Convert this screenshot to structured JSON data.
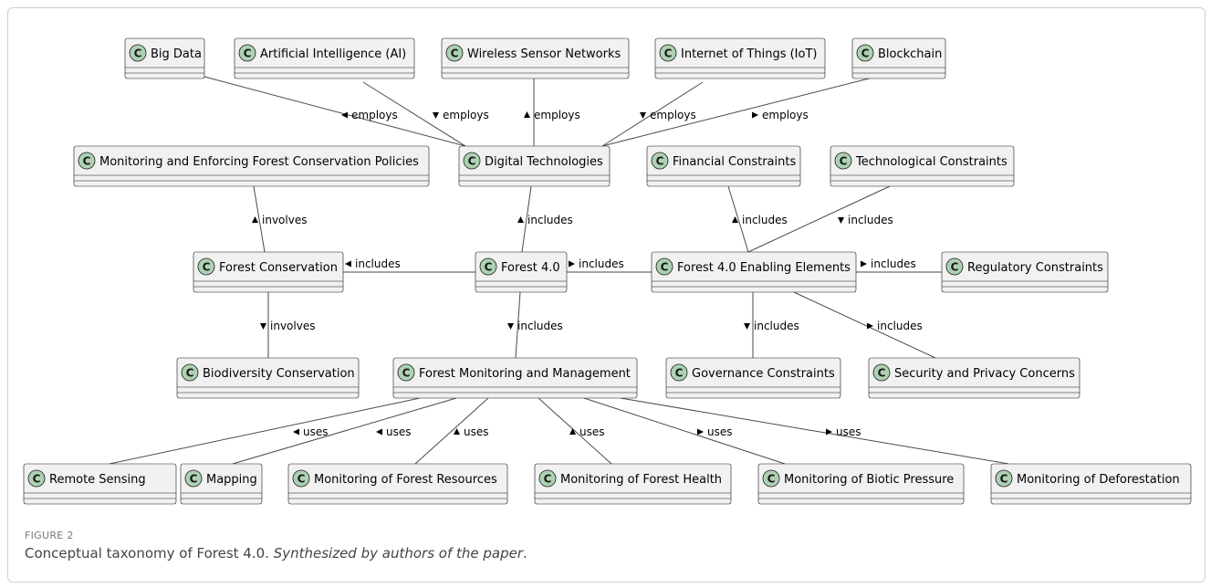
{
  "figure": {
    "label": "FIGURE 2",
    "caption": "Conceptual taxonomy of Forest 4.0. ",
    "caption_credit": "Synthesized by authors of the paper",
    "caption_end": "."
  },
  "badge_letter": "C",
  "nodes": [
    {
      "id": "big-data",
      "name": "Big Data"
    },
    {
      "id": "ai",
      "name": "Artificial Intelligence (AI)"
    },
    {
      "id": "wsn",
      "name": "Wireless Sensor Networks"
    },
    {
      "id": "iot",
      "name": "Internet of Things (IoT)"
    },
    {
      "id": "blockchain",
      "name": "Blockchain"
    },
    {
      "id": "policies",
      "name": "Monitoring and Enforcing Forest Conservation Policies"
    },
    {
      "id": "digital",
      "name": "Digital Technologies"
    },
    {
      "id": "financial",
      "name": "Financial Constraints"
    },
    {
      "id": "technological",
      "name": "Technological Constraints"
    },
    {
      "id": "conservation",
      "name": "Forest Conservation"
    },
    {
      "id": "forest40",
      "name": "Forest 4.0"
    },
    {
      "id": "enabling",
      "name": "Forest 4.0 Enabling Elements"
    },
    {
      "id": "regulatory",
      "name": "Regulatory Constraints"
    },
    {
      "id": "biodiversity",
      "name": "Biodiversity Conservation"
    },
    {
      "id": "monitoring-mgmt",
      "name": "Forest Monitoring and Management"
    },
    {
      "id": "governance",
      "name": "Governance Constraints"
    },
    {
      "id": "security",
      "name": "Security and Privacy Concerns"
    },
    {
      "id": "remote",
      "name": "Remote Sensing"
    },
    {
      "id": "mapping",
      "name": "Mapping"
    },
    {
      "id": "resources",
      "name": "Monitoring of Forest Resources"
    },
    {
      "id": "health",
      "name": "Monitoring of Forest Health"
    },
    {
      "id": "biotic",
      "name": "Monitoring of Biotic Pressure"
    },
    {
      "id": "deforestation",
      "name": "Monitoring of Deforestation"
    }
  ],
  "edges": [
    {
      "from": "big-data",
      "to": "digital",
      "label": "employs",
      "arrow": "left"
    },
    {
      "from": "ai",
      "to": "digital",
      "label": "employs",
      "arrow": "down"
    },
    {
      "from": "wsn",
      "to": "digital",
      "label": "employs",
      "arrow": "up"
    },
    {
      "from": "iot",
      "to": "digital",
      "label": "employs",
      "arrow": "down"
    },
    {
      "from": "blockchain",
      "to": "digital",
      "label": "employs",
      "arrow": "right"
    },
    {
      "from": "policies",
      "to": "conservation",
      "label": "involves",
      "arrow": "up"
    },
    {
      "from": "digital",
      "to": "forest40",
      "label": "includes",
      "arrow": "up"
    },
    {
      "from": "financial",
      "to": "enabling",
      "label": "includes",
      "arrow": "up"
    },
    {
      "from": "technological",
      "to": "enabling",
      "label": "includes",
      "arrow": "down"
    },
    {
      "from": "conservation",
      "to": "forest40",
      "label": "includes",
      "arrow": "left"
    },
    {
      "from": "forest40",
      "to": "enabling",
      "label": "includes",
      "arrow": "right"
    },
    {
      "from": "enabling",
      "to": "regulatory",
      "label": "includes",
      "arrow": "right"
    },
    {
      "from": "conservation",
      "to": "biodiversity",
      "label": "involves",
      "arrow": "down"
    },
    {
      "from": "forest40",
      "to": "monitoring-mgmt",
      "label": "includes",
      "arrow": "down"
    },
    {
      "from": "enabling",
      "to": "governance",
      "label": "includes",
      "arrow": "down"
    },
    {
      "from": "enabling",
      "to": "security",
      "label": "includes",
      "arrow": "right"
    },
    {
      "from": "monitoring-mgmt",
      "to": "remote",
      "label": "uses",
      "arrow": "left"
    },
    {
      "from": "monitoring-mgmt",
      "to": "mapping",
      "label": "uses",
      "arrow": "left"
    },
    {
      "from": "monitoring-mgmt",
      "to": "resources",
      "label": "uses",
      "arrow": "up"
    },
    {
      "from": "monitoring-mgmt",
      "to": "health",
      "label": "uses",
      "arrow": "up"
    },
    {
      "from": "monitoring-mgmt",
      "to": "biotic",
      "label": "uses",
      "arrow": "right"
    },
    {
      "from": "monitoring-mgmt",
      "to": "deforestation",
      "label": "uses",
      "arrow": "right"
    }
  ],
  "colors": {
    "badge_fill": "#add1b2",
    "box_fill": "#f1f1f1",
    "box_border": "#181818",
    "edge": "#4a4a4a"
  }
}
